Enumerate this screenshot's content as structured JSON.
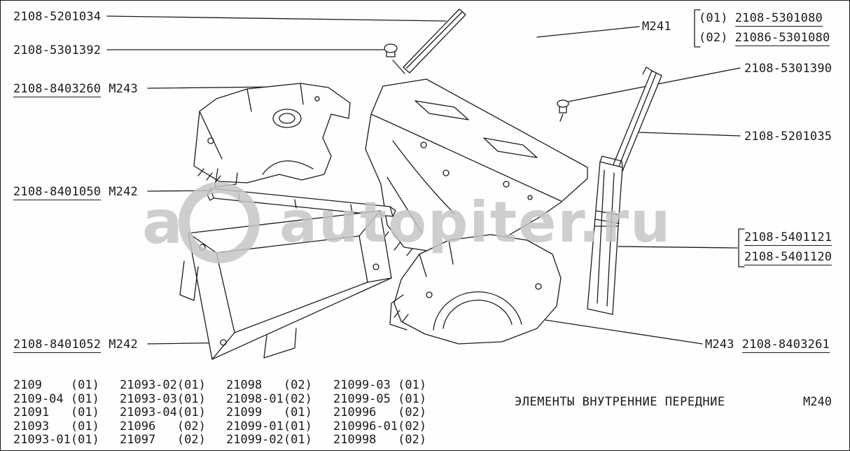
{
  "watermark": {
    "logo_letter": "a",
    "text": "autopiter.ru",
    "color": "#c6c6c6"
  },
  "callouts": {
    "c5201034": {
      "part": "2108-5201034"
    },
    "c5301392": {
      "part": "2108-5301392"
    },
    "c8403260": {
      "part": "2108-8403260",
      "ref": "М243"
    },
    "c8401050": {
      "part": "2108-8401050",
      "ref": "М242"
    },
    "c8401052": {
      "part": "2108-8401052",
      "ref": "М242"
    },
    "m241": {
      "ref": "М241"
    },
    "m241_opt1": {
      "code": "(01)",
      "part": "2108-5301080"
    },
    "m241_opt2": {
      "code": "(02)",
      "part": "21086-5301080"
    },
    "c5301390": {
      "part": "2108-5301390"
    },
    "c5201035": {
      "part": "2108-5201035"
    },
    "c5401121": {
      "part": "2108-5401121"
    },
    "c5401120": {
      "part": "2108-5401120"
    },
    "c8403261": {
      "ref": "М243",
      "part": "2108-8403261"
    }
  },
  "applicability": {
    "columns": [
      {
        "rows": [
          {
            "model": "2109",
            "code": "(01)"
          },
          {
            "model": "2109-04",
            "code": "(01)"
          },
          {
            "model": "21091",
            "code": "(01)"
          },
          {
            "model": "21093",
            "code": "(01)"
          },
          {
            "model": "21093-01",
            "code": "(01)"
          }
        ]
      },
      {
        "rows": [
          {
            "model": "21093-02",
            "code": "(01)"
          },
          {
            "model": "21093-03",
            "code": "(01)"
          },
          {
            "model": "21093-04",
            "code": "(01)"
          },
          {
            "model": "21096",
            "code": "(02)"
          },
          {
            "model": "21097",
            "code": "(02)"
          }
        ]
      },
      {
        "rows": [
          {
            "model": "21098",
            "code": "(02)"
          },
          {
            "model": "21098-01",
            "code": "(02)"
          },
          {
            "model": "21099",
            "code": "(01)"
          },
          {
            "model": "21099-01",
            "code": "(01)"
          },
          {
            "model": "21099-02",
            "code": "(01)"
          }
        ]
      },
      {
        "rows": [
          {
            "model": "21099-03",
            "code": "(01)"
          },
          {
            "model": "21099-05",
            "code": "(01)"
          },
          {
            "model": "210996",
            "code": "(02)"
          },
          {
            "model": "210996-01",
            "code": "(02)"
          },
          {
            "model": "210998",
            "code": "(02)"
          }
        ]
      }
    ]
  },
  "footer": {
    "title": "ЭЛЕМЕНТЫ ВНУТРЕННИЕ ПЕРЕДНИЕ",
    "sheet": "М240"
  }
}
